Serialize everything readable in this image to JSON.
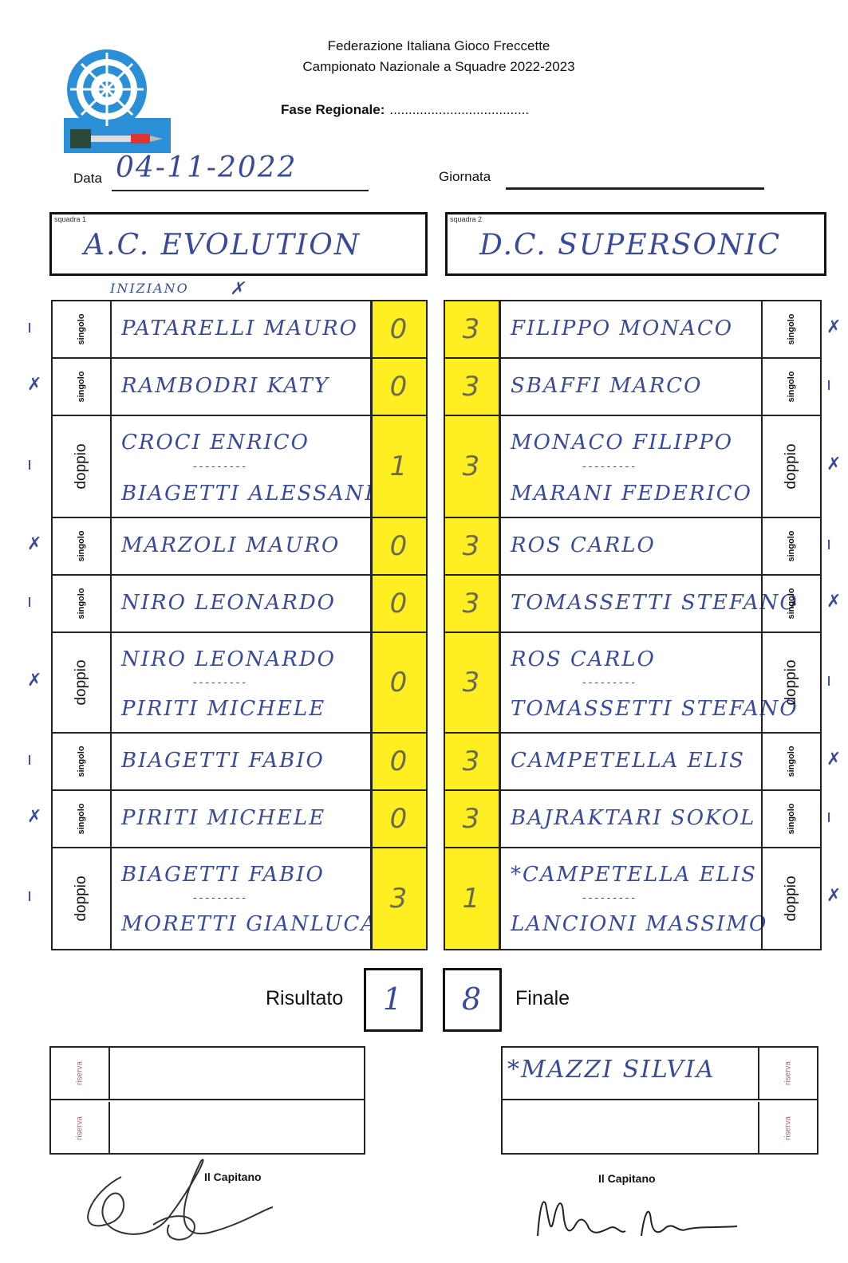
{
  "header": {
    "federation": "Federazione Italiana Gioco Freccette",
    "championship": "Campionato Nazionale a Squadre 2022-2023",
    "fase_label": "Fase Regionale:",
    "fase_value": "....................................."
  },
  "data": {
    "label": "Data",
    "value": "04-11-2022"
  },
  "giornata": {
    "label": "Giornata",
    "value": ""
  },
  "team1": {
    "label": "squadra 1",
    "name": "A.C. EVOLUTION"
  },
  "team2": {
    "label": "squadra 2",
    "name": "D.C. SUPERSONIC"
  },
  "iniziano": {
    "text": "INIZIANO",
    "mark": "✗"
  },
  "matches": [
    {
      "type": "singolo",
      "left_mark": "ı",
      "left": [
        "PATARELLI MAURO"
      ],
      "score_left": "0",
      "score_right": "3",
      "right": [
        "FILIPPO MONACO"
      ],
      "right_mark": "✗"
    },
    {
      "type": "singolo",
      "left_mark": "✗",
      "left": [
        "RAMBODRI KATY"
      ],
      "score_left": "0",
      "score_right": "3",
      "right": [
        "SBAFFI MARCO"
      ],
      "right_mark": "ı"
    },
    {
      "type": "doppio",
      "left_mark": "ı",
      "left": [
        "CROCI ENRICO",
        "BIAGETTI ALESSANDRO"
      ],
      "score_left": "1",
      "score_right": "3",
      "right": [
        "MONACO FILIPPO",
        "MARANI FEDERICO"
      ],
      "right_mark": "✗"
    },
    {
      "type": "singolo",
      "left_mark": "✗",
      "left": [
        "MARZOLI MAURO"
      ],
      "score_left": "0",
      "score_right": "3",
      "right": [
        "ROS CARLO"
      ],
      "right_mark": "ı"
    },
    {
      "type": "singolo",
      "left_mark": "ı",
      "left": [
        "NIRO LEONARDO"
      ],
      "score_left": "0",
      "score_right": "3",
      "right": [
        "TOMASSETTI STEFANO"
      ],
      "right_mark": "✗"
    },
    {
      "type": "doppio",
      "left_mark": "✗",
      "left": [
        "NIRO LEONARDO",
        "PIRITI MICHELE"
      ],
      "score_left": "0",
      "score_right": "3",
      "right": [
        "ROS CARLO",
        "TOMASSETTI STEFANO"
      ],
      "right_mark": "ı"
    },
    {
      "type": "singolo",
      "left_mark": "ı",
      "left": [
        "BIAGETTI FABIO"
      ],
      "score_left": "0",
      "score_right": "3",
      "right": [
        "CAMPETELLA ELIS"
      ],
      "right_mark": "✗"
    },
    {
      "type": "singolo",
      "left_mark": "✗",
      "left": [
        "PIRITI MICHELE"
      ],
      "score_left": "0",
      "score_right": "3",
      "right": [
        "BAJRAKTARI SOKOL"
      ],
      "right_mark": "ı"
    },
    {
      "type": "doppio",
      "left_mark": "ı",
      "left": [
        "BIAGETTI FABIO",
        "MORETTI GIANLUCA"
      ],
      "score_left": "3",
      "score_right": "1",
      "right": [
        "*CAMPETELLA ELIS",
        "LANCIONI MASSIMO"
      ],
      "right_mark": "✗"
    }
  ],
  "result": {
    "label": "Risultato",
    "left": "1",
    "right": "8",
    "final_label": "Finale"
  },
  "riserva": {
    "label": "riserva",
    "left": [
      "",
      ""
    ],
    "right": [
      "*MAZZI SILVIA",
      ""
    ]
  },
  "captain": {
    "left_label": "Il Capitano",
    "right_label": "Il Capitano"
  },
  "colors": {
    "score_bg": "#ffee22",
    "ink": "#3a4a9a",
    "riserva_label": "#c06070"
  },
  "icons": {
    "logo": "dartboard-logo-icon"
  }
}
